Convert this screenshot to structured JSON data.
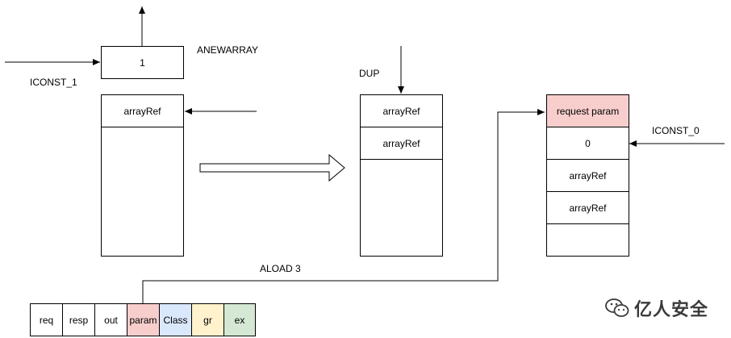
{
  "labels": {
    "iconst_1": "ICONST_1",
    "anewarray": "ANEWARRAY",
    "dup": "DUP",
    "iconst_0": "ICONST_0",
    "aload_3": "ALOAD 3"
  },
  "stack_a": {
    "top_value": "1",
    "cells": [
      "arrayRef"
    ]
  },
  "stack_b": {
    "cells": [
      "arrayRef",
      "arrayRef"
    ]
  },
  "stack_c": {
    "cells": [
      "request param",
      "0",
      "arrayRef",
      "arrayRef"
    ],
    "highlight_color": "#f8cecc"
  },
  "local_vars": [
    {
      "label": "req",
      "color": "#ffffff"
    },
    {
      "label": "resp",
      "color": "#ffffff"
    },
    {
      "label": "out",
      "color": "#ffffff"
    },
    {
      "label": "param",
      "color": "#f8cecc"
    },
    {
      "label": "Class",
      "color": "#dae8fc"
    },
    {
      "label": "gr",
      "color": "#fff2cc"
    },
    {
      "label": "ex",
      "color": "#d5e8d4"
    }
  ],
  "watermark": "亿人安全"
}
